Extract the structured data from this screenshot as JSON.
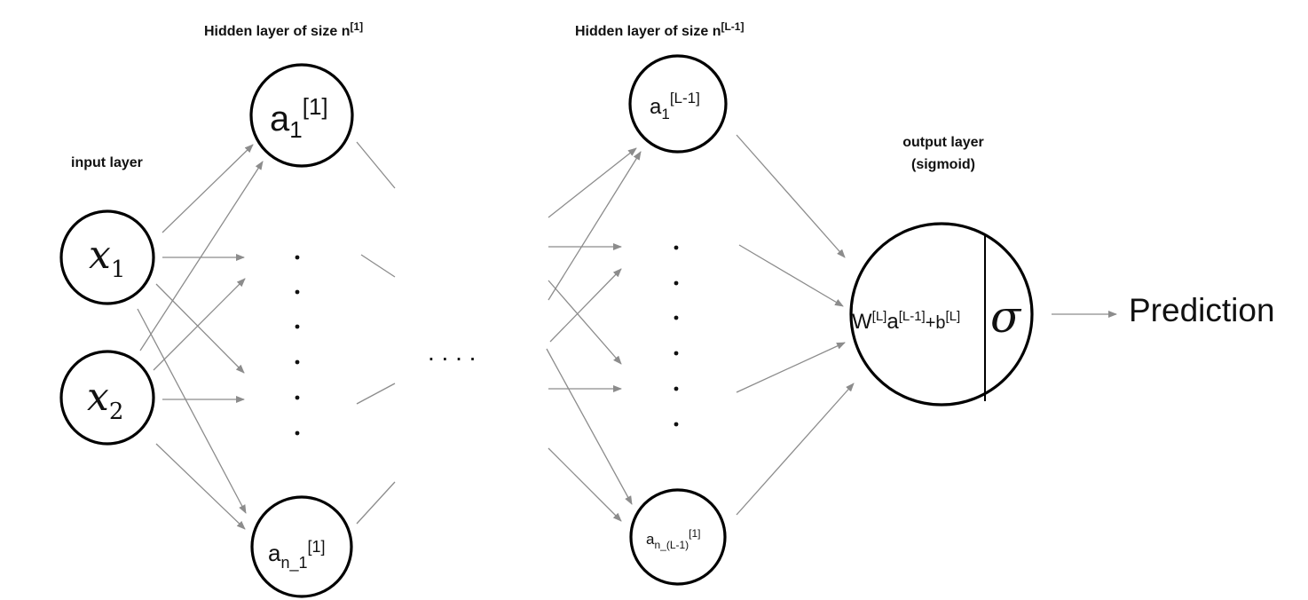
{
  "labels": {
    "hidden1_title": "Hidden layer of size n",
    "hidden1_sup": "[1]",
    "hiddenL_title": "Hidden layer of size n",
    "hiddenL_sup": "[L-1]",
    "input_title": "input layer",
    "output_title_line1": "output layer",
    "output_title_line2": "(sigmoid)",
    "prediction": "Prediction",
    "ellipsis": ". . . ."
  },
  "nodes": {
    "x1": {
      "base": "x",
      "sub": "1"
    },
    "x2": {
      "base": "x",
      "sub": "2"
    },
    "a1_first": {
      "base": "a",
      "sub": "1",
      "sup": "[1]"
    },
    "an_first": {
      "base": "a",
      "sub": "n_1",
      "sup": "[1]"
    },
    "a1_last": {
      "base": "a",
      "sub": "1",
      "sup": "[L-1]"
    },
    "an_last": {
      "base": "a",
      "sub": "n_(L-1)",
      "sup": "[1]"
    },
    "output_formula": {
      "w": "W",
      "w_sup": "[L]",
      "a": "a",
      "a_sup": "[L-1]",
      "plus_b": "+b",
      "b_sup": "[L]"
    },
    "sigma": "σ"
  },
  "colors": {
    "edge": "#8c8c8c",
    "node_stroke": "#000000",
    "text": "#111111"
  }
}
